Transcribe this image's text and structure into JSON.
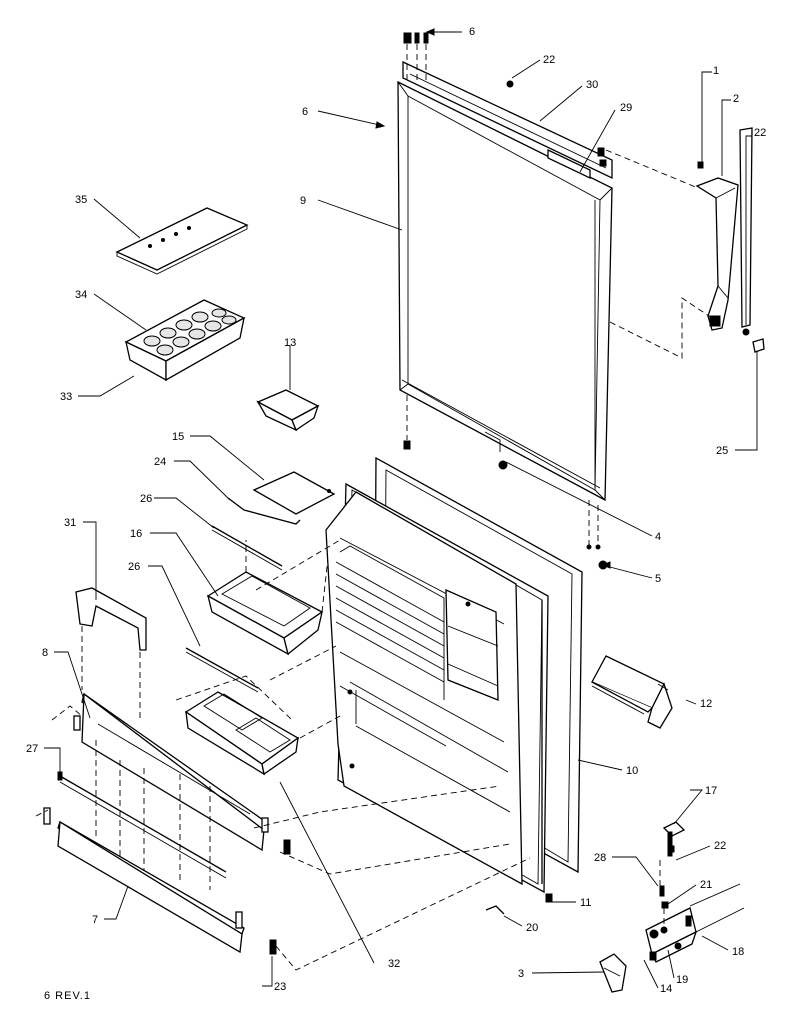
{
  "diagram": {
    "revision_note": "6 REV.1",
    "callouts": [
      {
        "id": "c6a",
        "label": "6"
      },
      {
        "id": "c22a",
        "label": "22"
      },
      {
        "id": "c30",
        "label": "30"
      },
      {
        "id": "c29",
        "label": "29"
      },
      {
        "id": "c1",
        "label": "1"
      },
      {
        "id": "c2",
        "label": "2"
      },
      {
        "id": "c22b",
        "label": "22"
      },
      {
        "id": "c6b",
        "label": "6"
      },
      {
        "id": "c9",
        "label": "9"
      },
      {
        "id": "c35",
        "label": "35"
      },
      {
        "id": "c34",
        "label": "34"
      },
      {
        "id": "c33",
        "label": "33"
      },
      {
        "id": "c13",
        "label": "13"
      },
      {
        "id": "c25",
        "label": "25"
      },
      {
        "id": "c15",
        "label": "15"
      },
      {
        "id": "c24",
        "label": "24"
      },
      {
        "id": "c26a",
        "label": "26"
      },
      {
        "id": "c4",
        "label": "4"
      },
      {
        "id": "c5",
        "label": "5"
      },
      {
        "id": "c16",
        "label": "16"
      },
      {
        "id": "c31",
        "label": "31"
      },
      {
        "id": "c26b",
        "label": "26"
      },
      {
        "id": "c12",
        "label": "12"
      },
      {
        "id": "c8",
        "label": "8"
      },
      {
        "id": "c10",
        "label": "10"
      },
      {
        "id": "c27",
        "label": "27"
      },
      {
        "id": "c17",
        "label": "17"
      },
      {
        "id": "c22c",
        "label": "22"
      },
      {
        "id": "c28",
        "label": "28"
      },
      {
        "id": "c21",
        "label": "21"
      },
      {
        "id": "c11",
        "label": "11"
      },
      {
        "id": "c7",
        "label": "7"
      },
      {
        "id": "c20",
        "label": "20"
      },
      {
        "id": "c18",
        "label": "18"
      },
      {
        "id": "c32",
        "label": "32"
      },
      {
        "id": "c3",
        "label": "3"
      },
      {
        "id": "c19",
        "label": "19"
      },
      {
        "id": "c14",
        "label": "14"
      },
      {
        "id": "c23",
        "label": "23"
      }
    ]
  }
}
